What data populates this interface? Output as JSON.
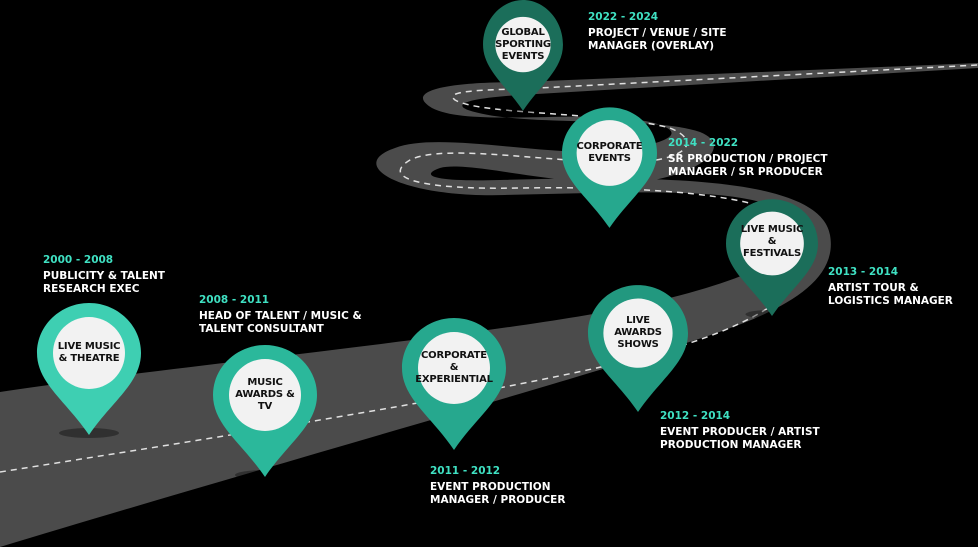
{
  "colors": {
    "background": "#000000",
    "road": "#4a4a4a",
    "road_edge": "#3a3a3a",
    "road_dash": "#e6e6e6",
    "teal_light": "#3ecfb2",
    "teal_mid": "#26a88e",
    "teal_dark": "#1b6e5a",
    "year_text": "#3fe0c2",
    "role_text": "#ffffff"
  },
  "milestones": [
    {
      "label": "LIVE MUSIC & THEATRE",
      "years": "2000 - 2008",
      "role": "PUBLICITY & TALENT\nRESEARCH EXEC",
      "icon": "map-pin-icon",
      "color": "teal_light"
    },
    {
      "label": "MUSIC AWARDS & TV",
      "years": "2008 - 2011",
      "role": "HEAD OF TALENT / MUSIC &\nTALENT CONSULTANT",
      "icon": "map-pin-icon",
      "color": "teal_mid"
    },
    {
      "label": "CORPORATE & EXPERIENTIAL",
      "years": "2011 - 2012",
      "role": "EVENT PRODUCTION\nMANAGER / PRODUCER",
      "icon": "map-pin-icon",
      "color": "teal_mid"
    },
    {
      "label": "LIVE AWARDS SHOWS",
      "years": "2012 - 2014",
      "role": "EVENT PRODUCER / ARTIST\nPRODUCTION MANAGER",
      "icon": "map-pin-icon",
      "color": "teal_mid"
    },
    {
      "label": "LIVE MUSIC & FESTIVALS",
      "years": "2013 - 2014",
      "role": "ARTIST TOUR &\nLOGISTICS MANAGER",
      "icon": "map-pin-icon",
      "color": "teal_dark"
    },
    {
      "label": "CORPORATE EVENTS",
      "years": "2014 - 2022",
      "role": "SR PRODUCTION / PROJECT\nMANAGER / SR PRODUCER",
      "icon": "map-pin-icon",
      "color": "teal_mid"
    },
    {
      "label": "GLOBAL SPORTING EVENTS",
      "years": "2022 - 2024",
      "role": "PROJECT / VENUE / SITE\nMANAGER (OVERLAY)",
      "icon": "map-pin-icon",
      "color": "teal_dark"
    }
  ]
}
